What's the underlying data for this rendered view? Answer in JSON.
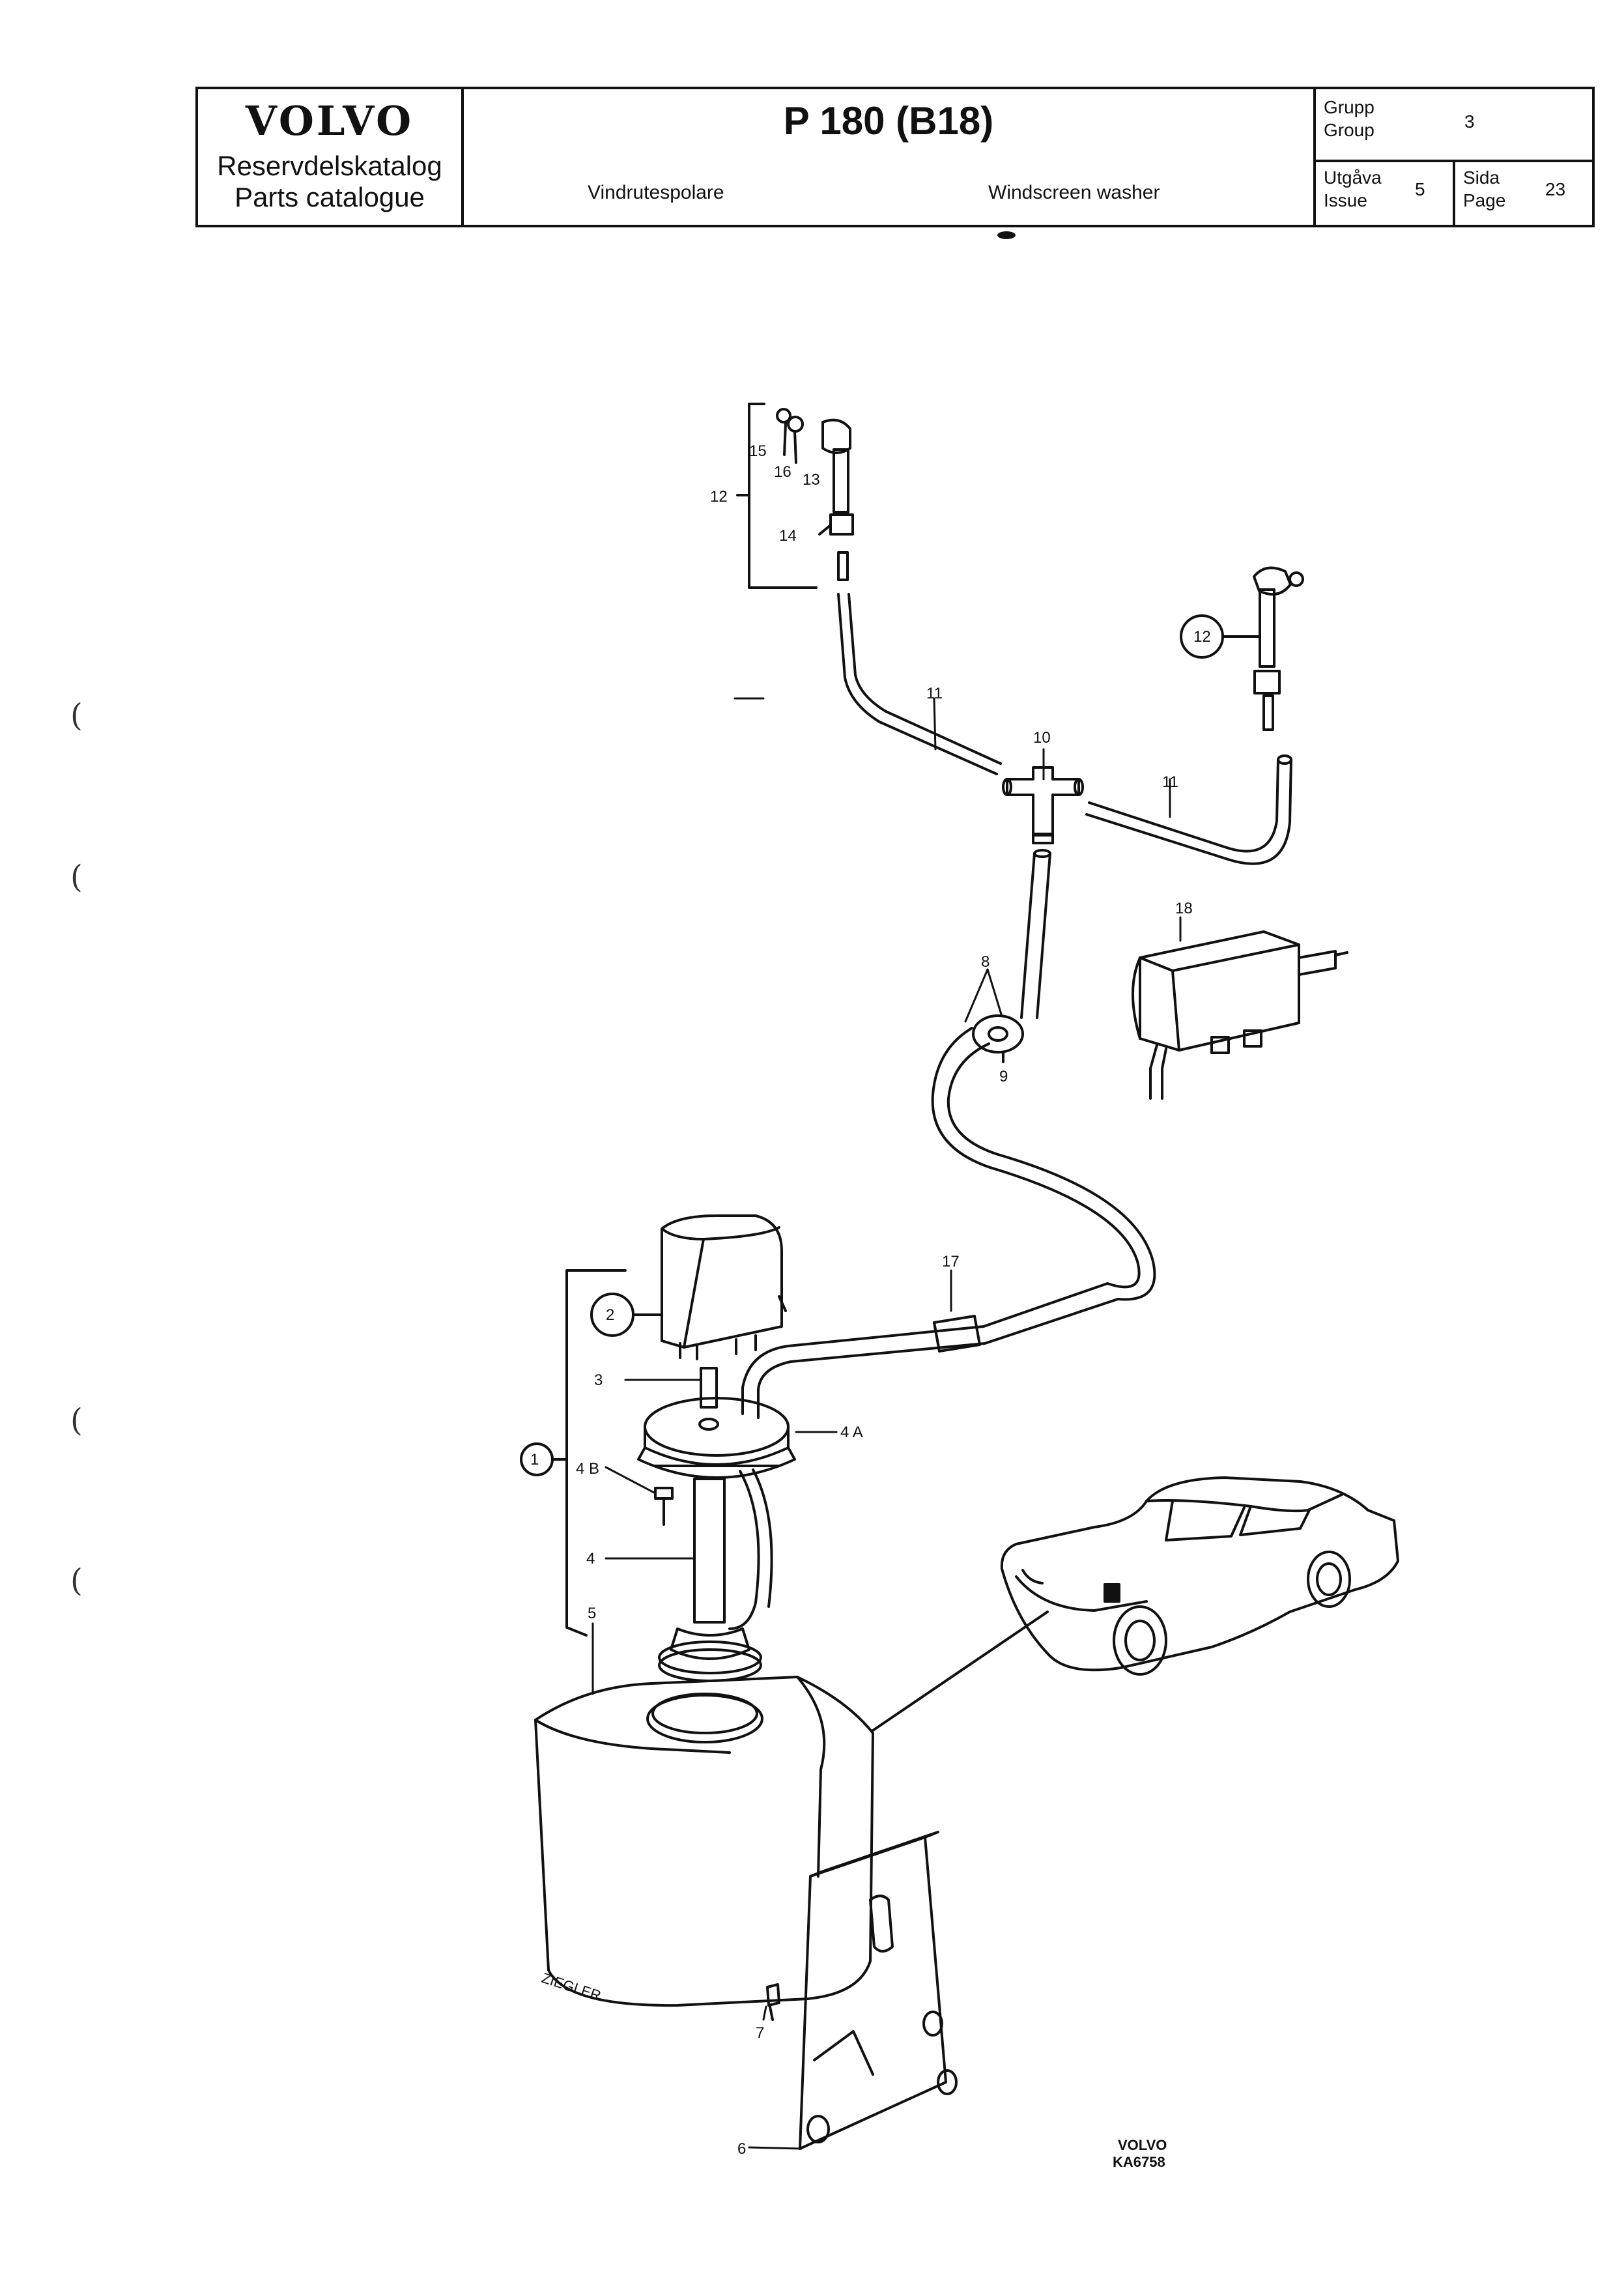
{
  "header": {
    "brand": "VOLVO",
    "catalog_sv": "Reservdelskatalog",
    "catalog_en": "Parts catalogue",
    "model": "P 180 (B18)",
    "title_sv": "Vindrutespolare",
    "title_en": "Windscreen washer",
    "group_label_sv": "Grupp",
    "group_label_en": "Group",
    "group_value": "3",
    "issue_label_sv": "Utgåva",
    "issue_label_en": "Issue",
    "issue_value": "5",
    "page_label_sv": "Sida",
    "page_label_en": "Page",
    "page_value": "23"
  },
  "callouts": {
    "c1": "1",
    "c2": "2",
    "c3": "3",
    "c4": "4",
    "c4a": "4 A",
    "c4b": "4 B",
    "c5": "5",
    "c6": "6",
    "c7": "7",
    "c8": "8",
    "c9": "9",
    "c10": "10",
    "c11a": "11",
    "c11b": "11",
    "c12a": "12",
    "c12b": "12",
    "c13": "13",
    "c14": "14",
    "c15": "15",
    "c16": "16",
    "c17": "17",
    "c18": "18"
  },
  "tank_label": "ZIEGLER",
  "stamp": {
    "line1": "VOLVO",
    "line2": "KA6758"
  },
  "margin_marks": [
    "(",
    "(",
    "(",
    "("
  ]
}
